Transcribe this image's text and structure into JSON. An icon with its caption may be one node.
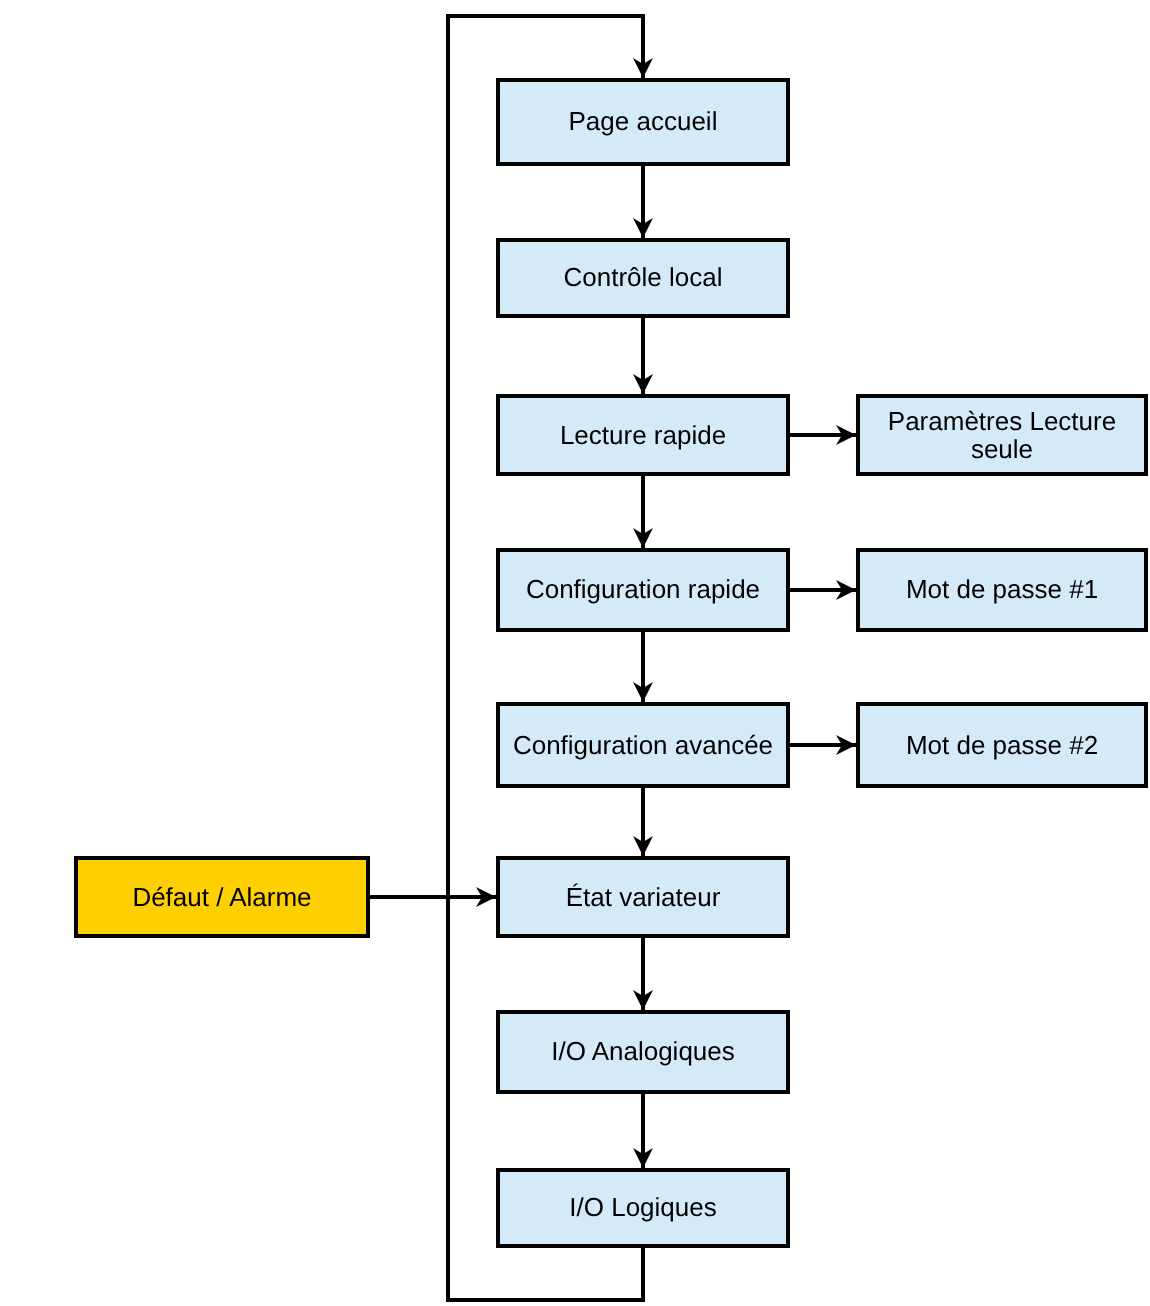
{
  "diagram": {
    "nodes": [
      {
        "text": [
          "Page accueil"
        ]
      },
      {
        "text": [
          "Contrôle local"
        ]
      },
      {
        "text": [
          "Lecture rapide"
        ]
      },
      {
        "text": [
          "Paramètres Lecture seule"
        ]
      },
      {
        "text": [
          "Configuration rapide"
        ]
      },
      {
        "text": [
          "Mot de passe #1"
        ]
      },
      {
        "text": [
          "Configuration avancée"
        ]
      },
      {
        "text": [
          "Mot de passe #2"
        ]
      },
      {
        "text": [
          "Défaut / Alarme"
        ]
      },
      {
        "text": [
          "État variateur"
        ]
      },
      {
        "text": [
          "I/O Analogiques"
        ]
      },
      {
        "text": [
          "I/O Logiques"
        ]
      }
    ],
    "edges": [
      {
        "from": 0,
        "to": 1,
        "arrow": "to"
      },
      {
        "from": 1,
        "to": 2,
        "arrow": "to"
      },
      {
        "from": 2,
        "to": 3,
        "arrow": "to"
      },
      {
        "from": 2,
        "to": 4,
        "arrow": "to"
      },
      {
        "from": 4,
        "to": 5,
        "arrow": "to"
      },
      {
        "from": 4,
        "to": 6,
        "arrow": "to"
      },
      {
        "from": 6,
        "to": 7,
        "arrow": "to"
      },
      {
        "from": 6,
        "to": 9,
        "arrow": "to"
      },
      {
        "from": 8,
        "to": 9,
        "arrow": "to"
      },
      {
        "from": 9,
        "to": 10,
        "arrow": "to"
      },
      {
        "from": 10,
        "to": 11,
        "arrow": "to"
      },
      {
        "from": 11,
        "to": 0,
        "arrow": "to"
      }
    ]
  }
}
